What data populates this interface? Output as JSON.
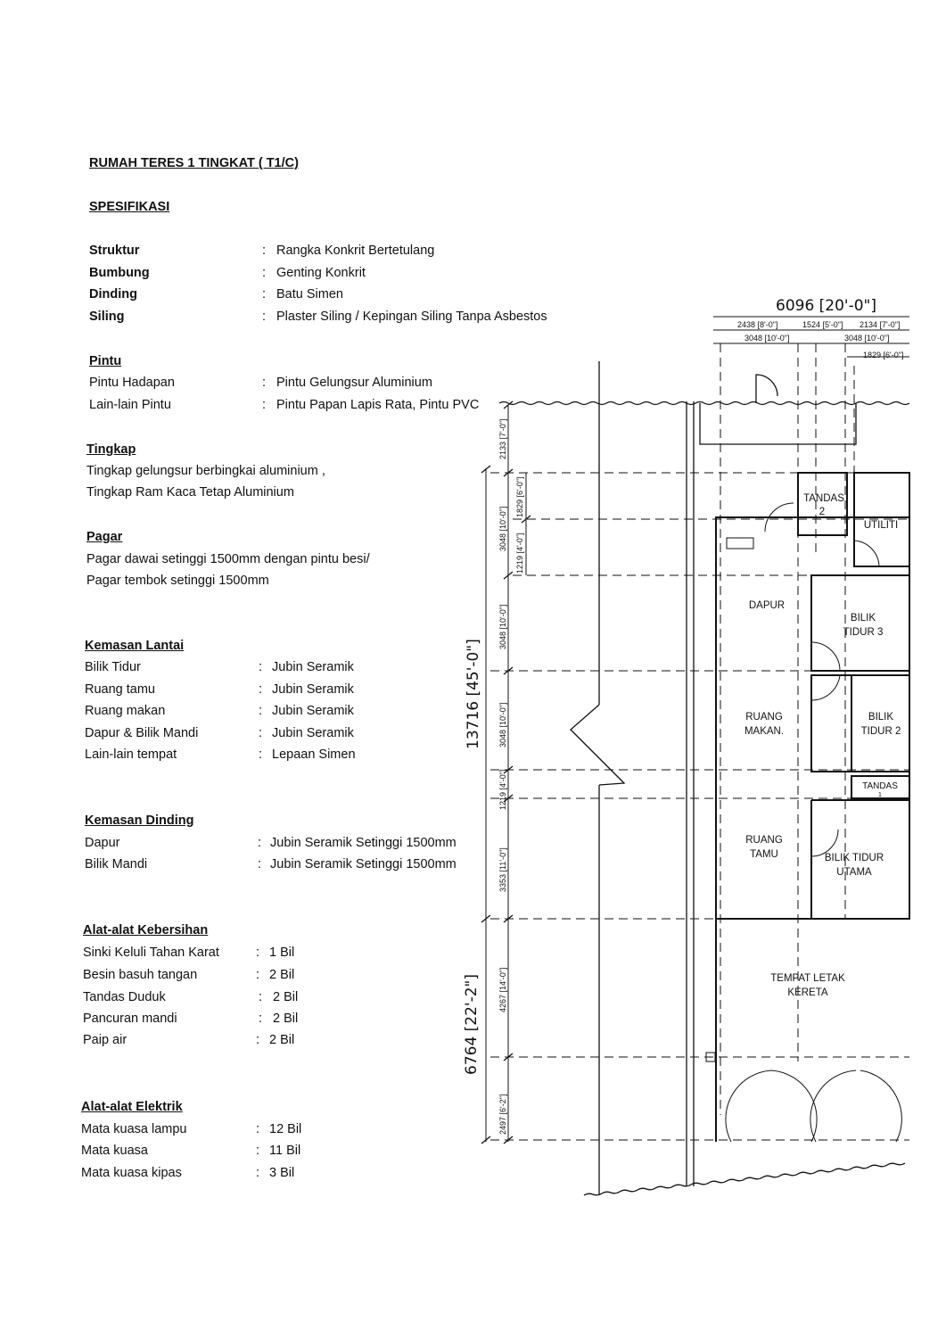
{
  "title": "RUMAH TERES 1 TINGKAT ( T1/C)",
  "spec_heading": "SPESIFIKASI",
  "general": [
    {
      "label": "Struktur",
      "value": "Rangka Konkrit Bertetulang"
    },
    {
      "label": "Bumbung",
      "value": "Genting Konkrit"
    },
    {
      "label": "Dinding",
      "value": "Batu Simen"
    },
    {
      "label": "Siling",
      "value": "Plaster Siling / Kepingan Siling Tanpa Asbestos"
    }
  ],
  "pintu": {
    "heading": "Pintu",
    "items": [
      {
        "label": "Pintu Hadapan",
        "value": "Pintu Gelungsur Aluminium"
      },
      {
        "label": "Lain-lain Pintu",
        "value": "Pintu Papan Lapis Rata, Pintu PVC"
      }
    ]
  },
  "tingkap": {
    "heading": "Tingkap",
    "lines": [
      "Tingkap gelungsur berbingkai aluminium ,",
      "Tingkap Ram Kaca Tetap  Aluminium"
    ]
  },
  "pagar": {
    "heading": "Pagar",
    "lines": [
      "Pagar dawai setinggi 1500mm dengan pintu besi/",
      "Pagar tembok setinggi 1500mm"
    ]
  },
  "kemasan_lantai": {
    "heading": "Kemasan Lantai",
    "items": [
      {
        "label": "Bilik Tidur",
        "value": "Jubin Seramik"
      },
      {
        "label": "Ruang tamu",
        "value": "Jubin Seramik"
      },
      {
        "label": "Ruang makan",
        "value": "Jubin Seramik"
      },
      {
        "label": "Dapur & Bilik Mandi",
        "value": "Jubin Seramik"
      },
      {
        "label": "Lain-lain  tempat",
        "value": "Lepaan Simen"
      }
    ]
  },
  "kemasan_dinding": {
    "heading": "Kemasan Dinding",
    "items": [
      {
        "label": "Dapur",
        "value": "Jubin Seramik Setinggi 1500mm"
      },
      {
        "label": "Bilik Mandi",
        "value": "Jubin Seramik Setinggi 1500mm"
      }
    ]
  },
  "kebersihan": {
    "heading": "Alat-alat Kebersihan",
    "items": [
      {
        "label": "Sinki Keluli Tahan Karat",
        "value": "1 Bil"
      },
      {
        "label": "Besin basuh tangan",
        "value": "2 Bil"
      },
      {
        "label": "Tandas Duduk",
        "value": "2 Bil"
      },
      {
        "label": "Pancuran mandi",
        "value": "2 Bil"
      },
      {
        "label": "Paip air",
        "value": "2 Bil"
      }
    ]
  },
  "elektrik": {
    "heading": "Alat-alat Elektrik",
    "items": [
      {
        "label": "Mata kuasa lampu",
        "value": "12 Bil"
      },
      {
        "label": "Mata kuasa",
        "value": "11 Bil"
      },
      {
        "label": "Mata kuasa kipas",
        "value": "3 Bil"
      }
    ]
  },
  "colon": ":",
  "plan": {
    "rooms": {
      "tandas2_a": "TANDAS",
      "tandas2_b": "2",
      "utiliti": "UTILITI",
      "dapur": "DAPUR",
      "bt3_a": "BILIK",
      "bt3_b": "TIDUR 3",
      "rm_a": "RUANG",
      "rm_b": "MAKAN.",
      "bt2_a": "BILIK",
      "bt2_b": "TIDUR 2",
      "tandas1_a": "TANDAS",
      "tandas1_b": "1",
      "rt_a": "RUANG",
      "rt_b": "TAMU",
      "btu_a": "BILIK TIDUR",
      "btu_b": "UTAMA",
      "carport_a": "TEMPAT LETAK",
      "carport_b": "KERETA"
    },
    "dims_top": {
      "total": "6096 [20'-0\"]",
      "d1": "2438 [8'-0\"]",
      "d2": "1524 [5'-0\"]",
      "d3": "2134 [7'-0\"]",
      "d4": "3048 [10'-0\"]",
      "d5": "3048 [10'-0\"]",
      "d6": "1829 [6'-0\"]"
    },
    "dims_side": {
      "total_house": "13716 [45'-0\"]",
      "total_front": "6764 [22'-2\"]",
      "s1": "2133 [7'-0\"]",
      "s2": "3048 [10'-0\"]",
      "s2b": "1829 [6'-0\"]",
      "s2c": "1219 [4'-0\"]",
      "s3": "3048 [10'-0\"]",
      "s4": "3048 [10'-0\"]",
      "s5": "1219 [4'-0\"]",
      "s6": "3353 [11'-0\"]",
      "s7": "4267 [14'-0\"]",
      "s8": "2497 [6'-2\"]"
    }
  }
}
